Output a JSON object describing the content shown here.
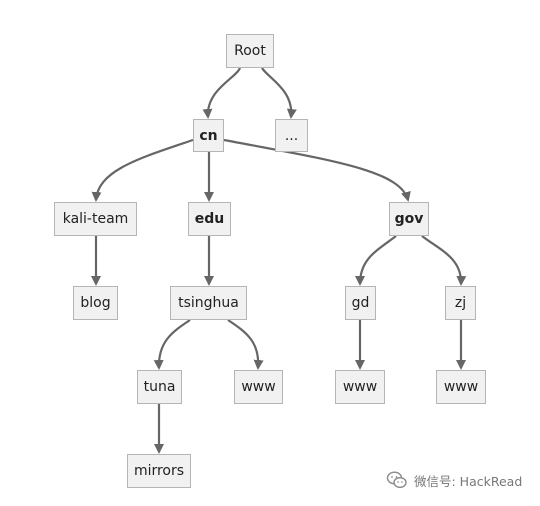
{
  "diagram": {
    "nodes": {
      "root": "Root",
      "ellipsis": "...",
      "cn": "cn",
      "kali_team": "kali-team",
      "edu": "edu",
      "gov": "gov",
      "blog": "blog",
      "tsinghua": "tsinghua",
      "gd": "gd",
      "zj": "zj",
      "tuna": "tuna",
      "www_edu": "www",
      "www_gd": "www",
      "www_zj": "www",
      "mirrors": "mirrors"
    },
    "edges": [
      [
        "root",
        "cn"
      ],
      [
        "root",
        "ellipsis"
      ],
      [
        "cn",
        "kali_team"
      ],
      [
        "cn",
        "edu"
      ],
      [
        "cn",
        "gov"
      ],
      [
        "kali_team",
        "blog"
      ],
      [
        "edu",
        "tsinghua"
      ],
      [
        "tsinghua",
        "tuna"
      ],
      [
        "tsinghua",
        "www_edu"
      ],
      [
        "tuna",
        "mirrors"
      ],
      [
        "gov",
        "gd"
      ],
      [
        "gov",
        "zj"
      ],
      [
        "gd",
        "www_gd"
      ],
      [
        "zj",
        "www_zj"
      ]
    ],
    "edge_color": "#666666",
    "node_fill": "#f1f1f1",
    "node_border": "#b5b5b5"
  },
  "watermark": {
    "text": "微信号: HackRead",
    "icon": "wechat-icon"
  }
}
